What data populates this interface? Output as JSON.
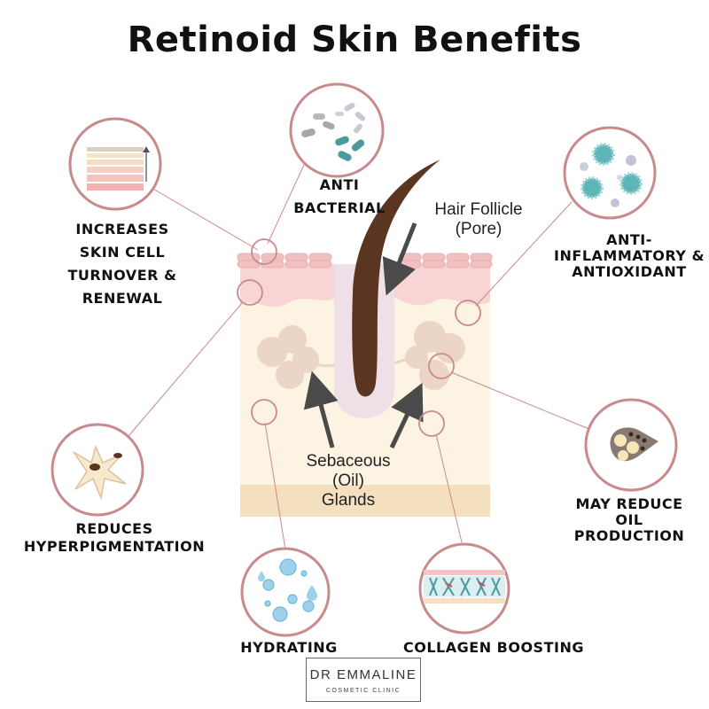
{
  "title": "Retinoid Skin Benefits",
  "labels": {
    "anti_bacterial": "ANTI\nBACTERIAL",
    "skin_cell_turnover": "INCREASES\nSKIN CELL\nTURNOVER &\nRENEWAL",
    "anti_inflammatory": "ANTI-\nINFLAMMATORY &\nANTIOXIDANT",
    "hyperpigmentation": "REDUCES\nHYPERPIGMENTATION",
    "oil_production": "MAY REDUCE\nOIL\nPRODUCTION",
    "hydrating": "HYDRATING",
    "collagen": "COLLAGEN BOOSTING"
  },
  "annotations": {
    "hair_follicle": "Hair Follicle\n(Pore)",
    "sebaceous": "Sebaceous\n(Oil)\nGlands"
  },
  "logo": {
    "name": "DR EMMALINE",
    "subtitle": "COSMETIC CLINIC"
  },
  "colors": {
    "circle_border": "#c98a8c",
    "connector": "#c98a8c",
    "epidermis": "#f8d4d4",
    "dermis": "#fcf3e2",
    "subcutis": "#f4dfbf",
    "hair": "#5a3522",
    "gland": "#ebd5c6",
    "arrow": "#4a4a4a"
  },
  "icons": {
    "anti_bacterial": "bacteria-icon",
    "skin_cell_turnover": "skin-layers-icon",
    "anti_inflammatory": "immune-cells-icon",
    "hyperpigmentation": "melanocyte-icon",
    "oil_production": "oil-gland-icon",
    "hydrating": "water-droplets-icon",
    "collagen": "collagen-fibers-icon"
  }
}
